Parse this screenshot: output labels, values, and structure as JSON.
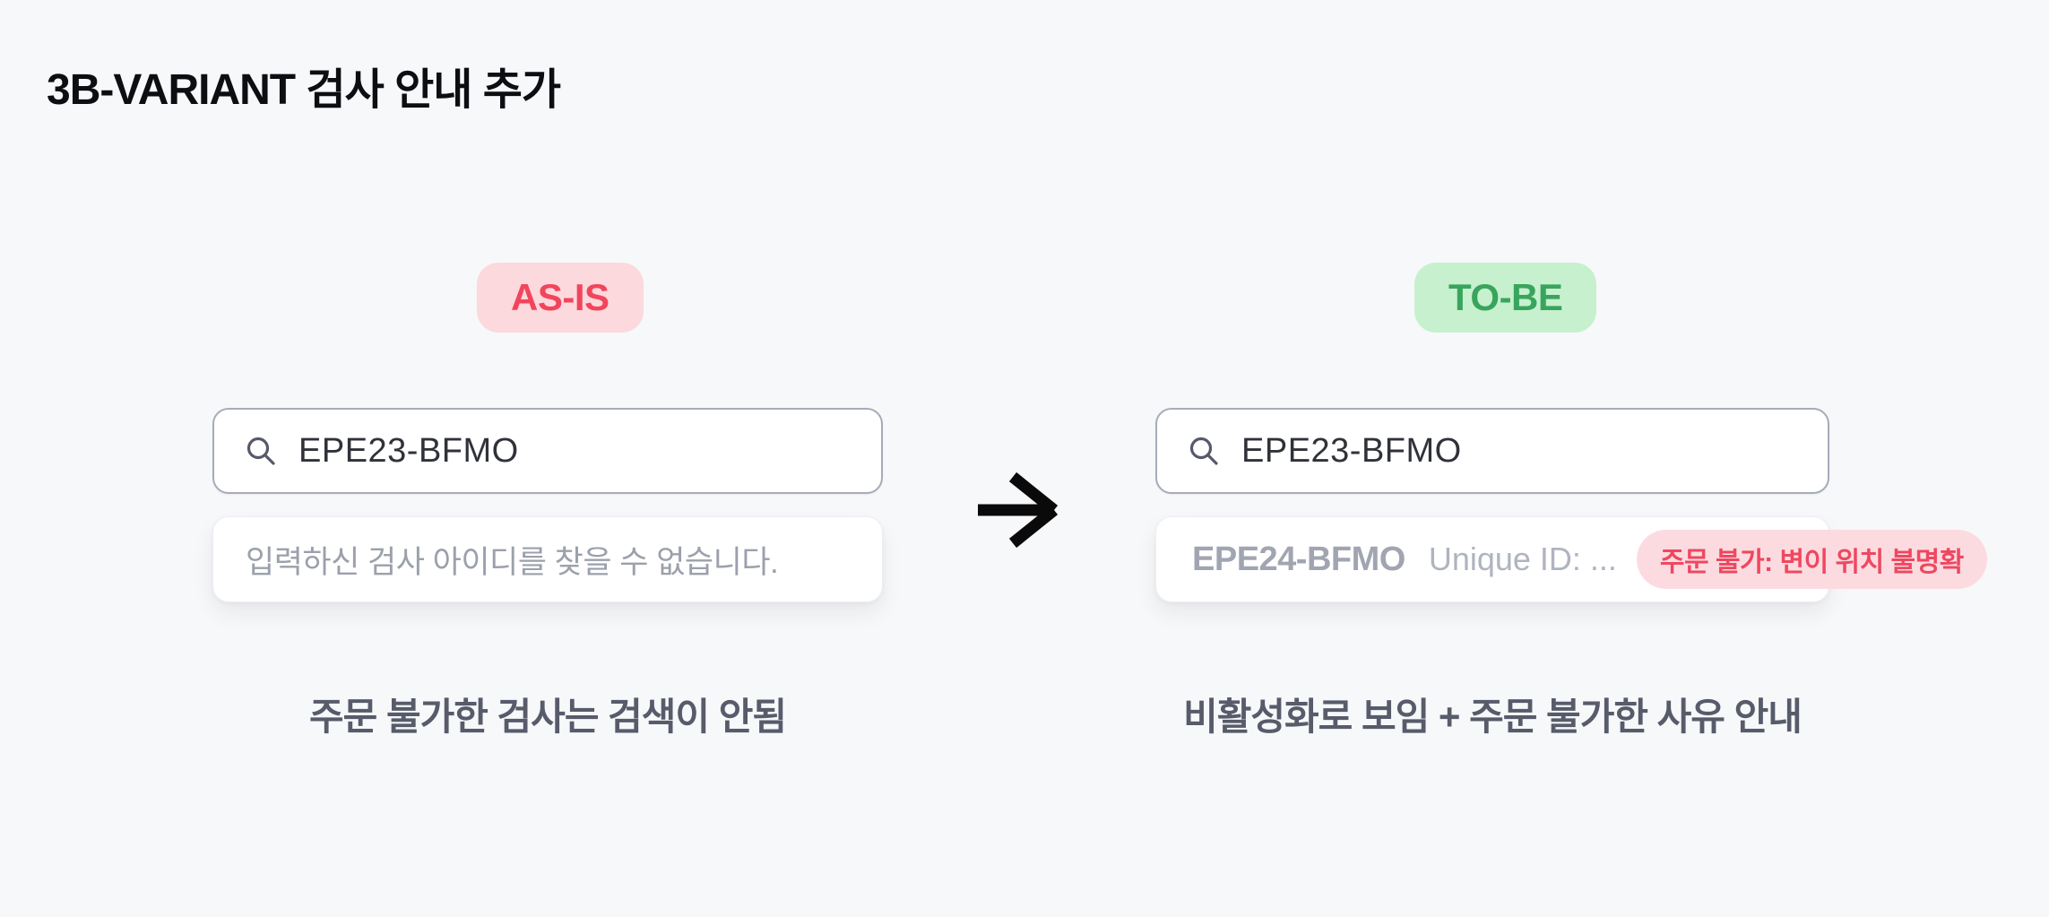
{
  "page": {
    "title": "3B-VARIANT 검사 안내 추가",
    "background_color": "#F7F8FA"
  },
  "arrow": {
    "glyph": "right-arrow",
    "color": "#0A0A0A"
  },
  "as_is": {
    "badge": {
      "label": "AS-IS",
      "bg_color": "#FBD9DD",
      "text_color": "#F2455C"
    },
    "search": {
      "value": "EPE23-BFMO"
    },
    "result": {
      "message": "입력하신 검사 아이디를 찾을 수 없습니다."
    },
    "caption": "주문 불가한 검사는 검색이 안됨"
  },
  "to_be": {
    "badge": {
      "label": "TO-BE",
      "bg_color": "#C7F0CF",
      "text_color": "#38A55C"
    },
    "search": {
      "value": "EPE23-BFMO"
    },
    "result": {
      "test_id": "EPE24-BFMO",
      "unique_id": "Unique ID: ...",
      "status_badge": {
        "label": "주문 불가: 변이 위치 불명확",
        "bg_color": "#FCDBE0",
        "text_color": "#EE4860"
      }
    },
    "caption": "비활성화로 보임 + 주문 불가한 사유 안내"
  }
}
